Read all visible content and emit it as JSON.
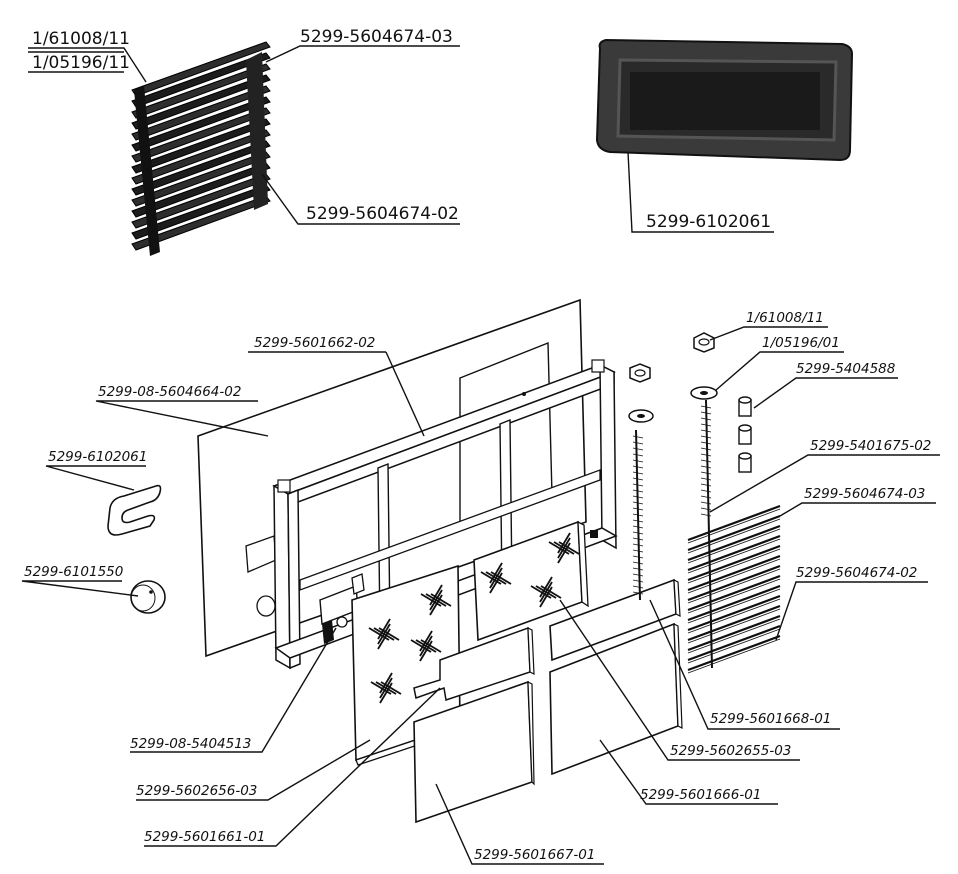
{
  "labels": {
    "top_left_1": "1/61008/11",
    "top_left_2": "1/05196/11",
    "top_grille_03": "5299-5604674-03",
    "top_grille_02": "5299-5604674-02",
    "top_mat": "5299-6102061",
    "nut": "1/61008/11",
    "washer": "1/05196/01",
    "spacer": "5299-5404588",
    "rod": "5299-5401675-02",
    "grille_03": "5299-5604674-03",
    "grille_02": "5299-5604674-02",
    "frame": "5299-5601662-02",
    "panel_back": "5299-08-5604664-02",
    "clip": "5299-6102061",
    "cap": "5299-6101550",
    "bracket": "5299-08-5404513",
    "panel_hatched": "5299-5602656-03",
    "small_plate": "5299-5601661-01",
    "plate_bottom": "5299-5601667-01",
    "plate_center": "5299-5602655-03",
    "plate_strip": "5299-5601668-01",
    "plate_right": "5299-5601666-01"
  }
}
